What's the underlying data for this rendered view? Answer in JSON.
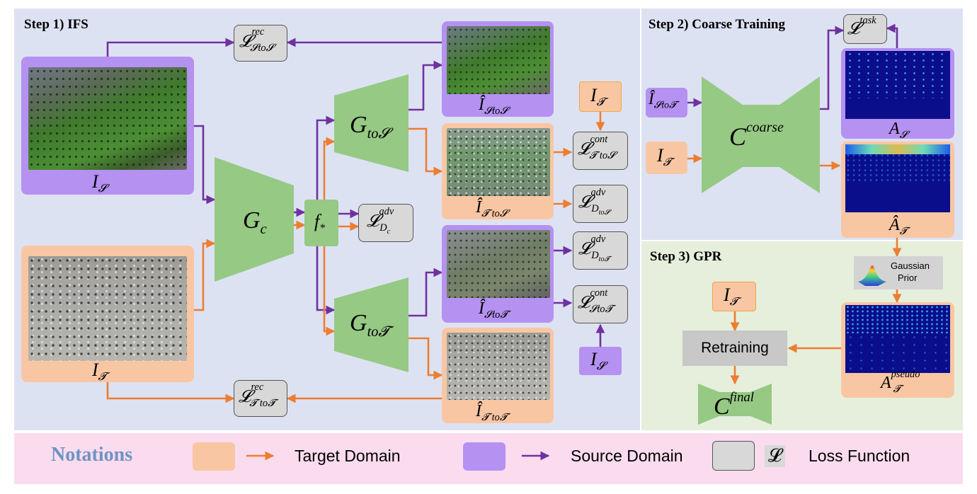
{
  "colors": {
    "panel_ifs": "#dde2f3",
    "panel_coarse": "#dde2f3",
    "panel_gpr": "#e5efdc",
    "notation_bar": "#fadcee",
    "source_domain": "#b591f1",
    "target_domain": "#f9c6a3",
    "loss_box": "#d8d8d8",
    "network": "#96c984",
    "arrow_source": "#7031a0",
    "arrow_target": "#ed7d31",
    "notations_title": "#6f93c4"
  },
  "step1": {
    "title": "Step 1) IFS",
    "input_source_label": "I",
    "input_source_sub": "𝓢",
    "input_target_label": "I",
    "input_target_sub": "𝓣",
    "generator_c": "G",
    "generator_c_sub": "c",
    "feature": "f",
    "feature_sub": "*",
    "generator_to_s": "G",
    "generator_to_s_sub": "to𝓢",
    "generator_to_t": "G",
    "generator_to_t_sub": "to𝓣",
    "out_s_to_s": "Î",
    "out_s_to_s_sub": "𝓢to𝓢",
    "out_t_to_s": "Î",
    "out_t_to_s_sub": "𝓣 to𝓢",
    "out_s_to_t": "Î",
    "out_s_to_t_sub": "𝓢to𝓣",
    "out_t_to_t": "Î",
    "out_t_to_t_sub": "𝓣 to𝓣",
    "loss_rec_s": {
      "main": "𝓛",
      "sup": "rec",
      "sub": "𝓢to𝓢"
    },
    "loss_rec_t": {
      "main": "𝓛",
      "sup": "rec",
      "sub": "𝓣 to𝓣"
    },
    "loss_adv_c": {
      "main": "𝓛",
      "sup": "adv",
      "sub": "D",
      "subsub": "c"
    },
    "loss_cont_t_to_s": {
      "main": "𝓛",
      "sup": "cont",
      "sub": "𝓣 to𝓢"
    },
    "loss_adv_d_to_s": {
      "main": "𝓛",
      "sup": "adv",
      "sub": "D",
      "subsub": "to𝓢"
    },
    "loss_adv_d_to_t": {
      "main": "𝓛",
      "sup": "adv",
      "sub": "D",
      "subsub": "to𝓣"
    },
    "loss_cont_s_to_t": {
      "main": "𝓛",
      "sup": "cont",
      "sub": "𝓢to𝓣"
    },
    "aux_input_t": "I",
    "aux_input_t_sub": "𝓣",
    "aux_input_s": "I",
    "aux_input_s_sub": "𝓢"
  },
  "step2": {
    "title": "Step 2) Coarse Training",
    "input_s_to_t": "Î",
    "input_s_to_t_sub": "𝓢to𝓣",
    "input_t": "I",
    "input_t_sub": "𝓣",
    "network": "C",
    "network_sup": "coarse",
    "loss_task": {
      "main": "𝓛",
      "sup": "task"
    },
    "map_source": "A",
    "map_source_sub": "𝓢",
    "map_target": "Â",
    "map_target_sub": "𝓣"
  },
  "step3": {
    "title": "Step 3) GPR",
    "gaussian_label_1": "Gaussian",
    "gaussian_label_2": "Prior",
    "input_t": "I",
    "input_t_sub": "𝓣",
    "retraining": "Retraining",
    "network": "C",
    "network_sup": "final",
    "map_pseudo": "A",
    "map_pseudo_sup": "pseudo",
    "map_pseudo_sub": "𝓣"
  },
  "notations": {
    "title": "Notations",
    "target": "Target Domain",
    "source": "Source Domain",
    "loss_symbol": "𝓛",
    "loss": "Loss Function"
  }
}
